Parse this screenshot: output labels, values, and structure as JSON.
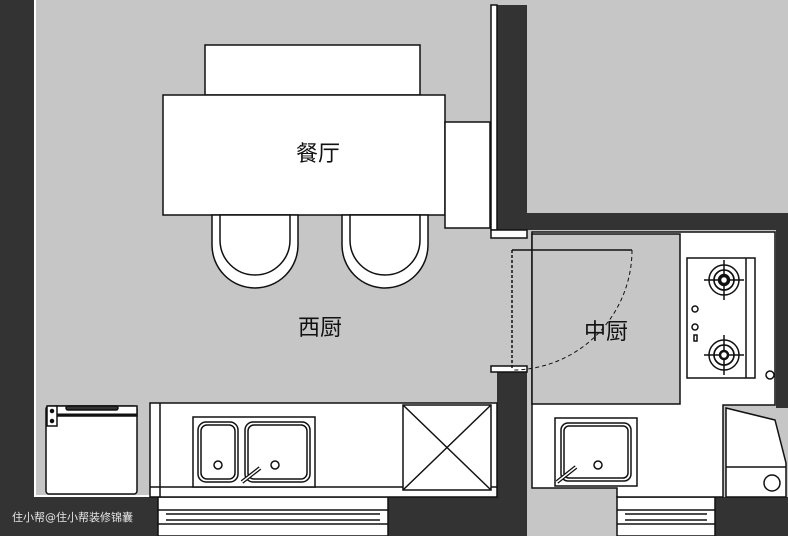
{
  "rooms": {
    "dining": "餐厅",
    "western_kitchen": "西厨",
    "chinese_kitchen": "中厨"
  },
  "watermark": "住小帮@住小帮装修锦囊",
  "colors": {
    "floor": "#c6c6c6",
    "wall": "#333333",
    "furniture": "#ffffff",
    "line": "#111111"
  }
}
